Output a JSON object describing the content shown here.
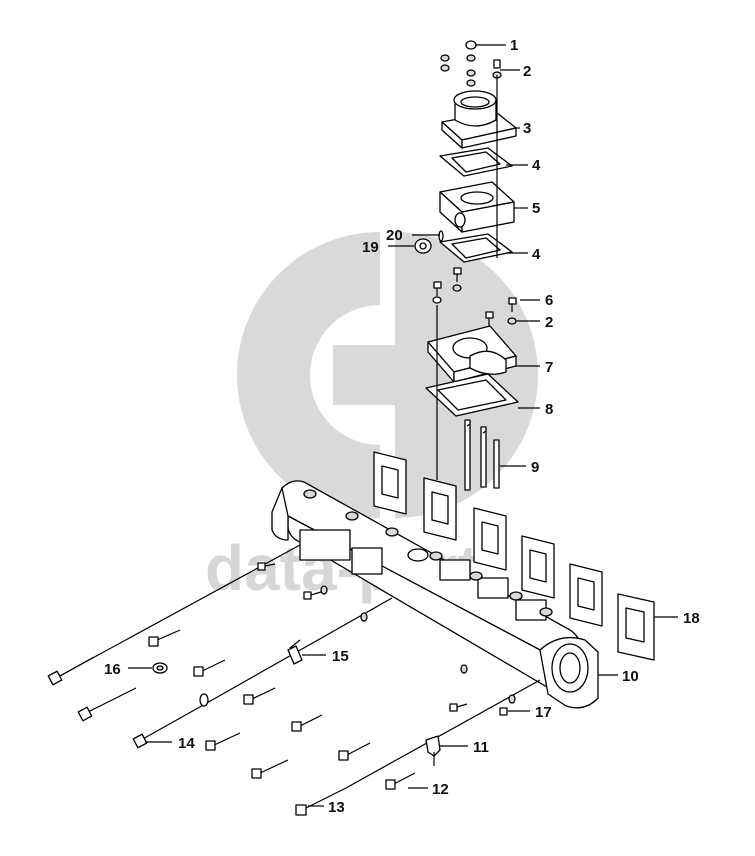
{
  "watermark": {
    "text": "data-part",
    "color": "#d6d6d6"
  },
  "callouts": [
    {
      "id": "1",
      "label": "1"
    },
    {
      "id": "2a",
      "label": "2"
    },
    {
      "id": "3",
      "label": "3"
    },
    {
      "id": "4a",
      "label": "4"
    },
    {
      "id": "5",
      "label": "5"
    },
    {
      "id": "20",
      "label": "20"
    },
    {
      "id": "19",
      "label": "19"
    },
    {
      "id": "4b",
      "label": "4"
    },
    {
      "id": "6",
      "label": "6"
    },
    {
      "id": "2b",
      "label": "2"
    },
    {
      "id": "7",
      "label": "7"
    },
    {
      "id": "8",
      "label": "8"
    },
    {
      "id": "9",
      "label": "9"
    },
    {
      "id": "18",
      "label": "18"
    },
    {
      "id": "10",
      "label": "10"
    },
    {
      "id": "15",
      "label": "15"
    },
    {
      "id": "16",
      "label": "16"
    },
    {
      "id": "17",
      "label": "17"
    },
    {
      "id": "14",
      "label": "14"
    },
    {
      "id": "11",
      "label": "11"
    },
    {
      "id": "12",
      "label": "12"
    },
    {
      "id": "13",
      "label": "13"
    }
  ]
}
